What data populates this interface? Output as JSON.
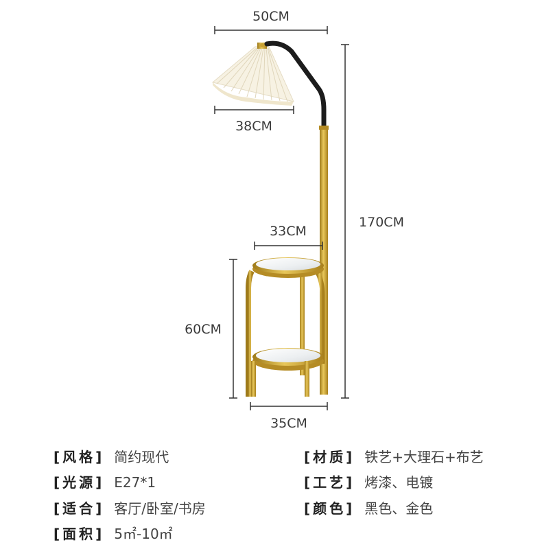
{
  "dimensions": {
    "shade_span": "50CM",
    "shade_diameter": "38CM",
    "total_height": "170CM",
    "table_top": "33CM",
    "table_height": "60CM",
    "base_width": "35CM"
  },
  "specs": [
    {
      "key": "[风格]",
      "value": "简约现代"
    },
    {
      "key": "[光源]",
      "value": "E27*1"
    },
    {
      "key": "[适合]",
      "value": "客厅/卧室/书房"
    },
    {
      "key": "[面积]",
      "value": "5㎡-10㎡"
    },
    {
      "key": "[材质]",
      "value": "铁艺+大理石+布艺"
    },
    {
      "key": "[工艺]",
      "value": "烤漆、电镀"
    },
    {
      "key": "[颜色]",
      "value": "黑色、金色"
    }
  ],
  "colors": {
    "gold": "#c9a233",
    "gold_dark": "#a8801c",
    "arm_black": "#1c1c1c",
    "shade_white": "#f7f2e3",
    "marble": "#eef0f1",
    "dimension_line": "#333333"
  }
}
